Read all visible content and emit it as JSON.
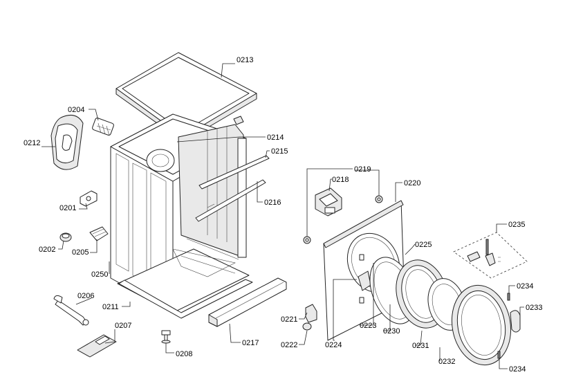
{
  "labels": [
    {
      "id": "p0213",
      "text": "0213"
    },
    {
      "id": "p0204",
      "text": "0204"
    },
    {
      "id": "p0212",
      "text": "0212"
    },
    {
      "id": "p0214",
      "text": "0214"
    },
    {
      "id": "p0215",
      "text": "0215"
    },
    {
      "id": "p0216",
      "text": "0216"
    },
    {
      "id": "p0201",
      "text": "0201"
    },
    {
      "id": "p0202",
      "text": "0202"
    },
    {
      "id": "p0205",
      "text": "0205"
    },
    {
      "id": "p0250",
      "text": "0250"
    },
    {
      "id": "p0206",
      "text": "0206"
    },
    {
      "id": "p0211",
      "text": "0211"
    },
    {
      "id": "p0207",
      "text": "0207"
    },
    {
      "id": "p0208",
      "text": "0208"
    },
    {
      "id": "p0217",
      "text": "0217"
    },
    {
      "id": "p0219",
      "text": "0219"
    },
    {
      "id": "p0218",
      "text": "0218"
    },
    {
      "id": "p0220",
      "text": "0220"
    },
    {
      "id": "p0225",
      "text": "0225"
    },
    {
      "id": "p0235",
      "text": "0235"
    },
    {
      "id": "p0234a",
      "text": "0234"
    },
    {
      "id": "p0233",
      "text": "0233"
    },
    {
      "id": "p0221",
      "text": "0221"
    },
    {
      "id": "p0222",
      "text": "0222"
    },
    {
      "id": "p0224",
      "text": "0224"
    },
    {
      "id": "p0223",
      "text": "0223"
    },
    {
      "id": "p0230",
      "text": "0230"
    },
    {
      "id": "p0231",
      "text": "0231"
    },
    {
      "id": "p0232",
      "text": "0232"
    },
    {
      "id": "p0234b",
      "text": "0234"
    }
  ]
}
